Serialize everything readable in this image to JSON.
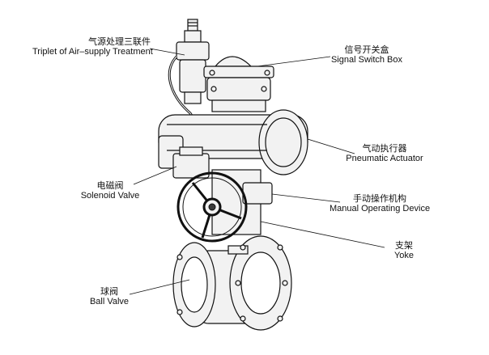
{
  "labels": {
    "triplet": {
      "zh": "气源处理三联件",
      "en": "Triplet of Air–supply Treatment"
    },
    "signal": {
      "zh": "信号开关盒",
      "en": "Signal Switch Box"
    },
    "actuator": {
      "zh": "气动执行器",
      "en": "Pneumatic Actuator"
    },
    "solenoid": {
      "zh": "电磁阀",
      "en": "Solenoid Valve"
    },
    "manual": {
      "zh": "手动操作机构",
      "en": "Manual Operating  Device"
    },
    "yoke": {
      "zh": "支架",
      "en": "Yoke"
    },
    "ball": {
      "zh": "球阀",
      "en": "Ball Valve"
    }
  },
  "colors": {
    "line": "#111111",
    "fill": "#f2f2f2",
    "dark": "#3a3a3a"
  }
}
